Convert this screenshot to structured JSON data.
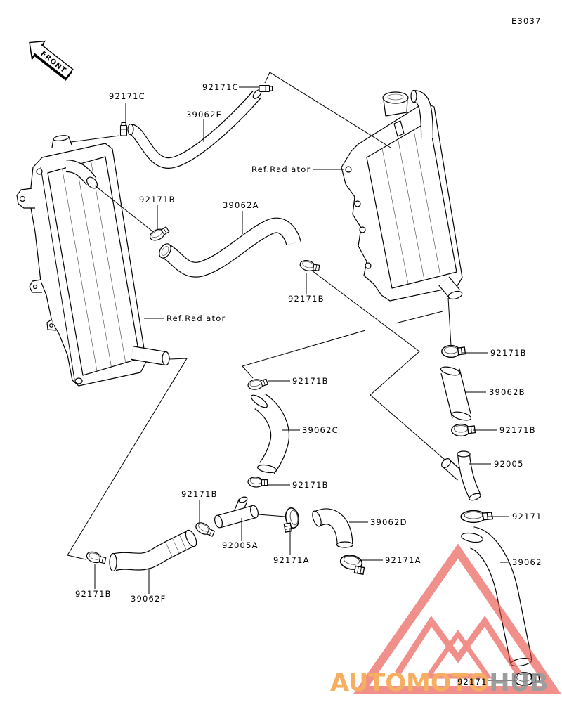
{
  "diagram_code": "E3037",
  "front_arrow": {
    "label": "FRONT",
    "icon": "front-arrow-icon"
  },
  "callouts": [
    "92171C",
    "92171C",
    "39062E",
    "Ref.Radiator",
    "92171B",
    "39062A",
    "92171B",
    "Ref.Radiator",
    "92171B",
    "92171B",
    "39062B",
    "39062C",
    "92171B",
    "92005",
    "92171B",
    "92171B",
    "92171",
    "39062D",
    "92005A",
    "92171A",
    "92171A",
    "39062",
    "92171B",
    "39062F",
    "92171"
  ],
  "watermark": {
    "brand_orange": "AUTOMOTO",
    "brand_grey": "HUB",
    "logo": "triangle-logo-icon"
  },
  "colors": {
    "background": "#ffffff",
    "line": "#000000",
    "watermark_red": "#e8453c",
    "watermark_orange": "#f5a145",
    "watermark_grey": "#8c8c8c"
  }
}
